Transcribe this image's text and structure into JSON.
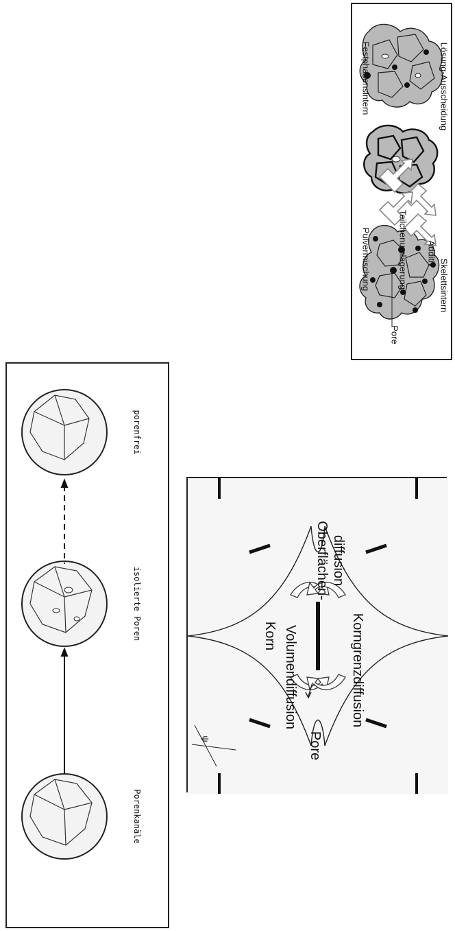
{
  "sinter_stages": {
    "powder_mix": "Pulvermischung",
    "additive": "Additiv",
    "pore": "Pore",
    "particle_rearrangement": "Teilchenumlagerung",
    "solid_phase_sintering": "Festphasensintern",
    "solution_precipitation": "Lösung-Ausscheidung",
    "skeleton_sintering": "Skelettsintern"
  },
  "porosity_stages": {
    "pore_channels": "Porenkanäle",
    "isolated_pores": "isolierte Poren",
    "pore_free": "porenfrei"
  },
  "neck_diagram": {
    "grain": "Korn",
    "volume_diffusion": "Volumendiffusion",
    "surface_diffusion_line1": "Oberflächen-",
    "surface_diffusion_line2": "diffusion",
    "grain_boundary_diffusion": "Korngrenzdiffusion",
    "pore": "Pore",
    "angle_symbol": "ψ"
  },
  "colors": {
    "particle_fill": "#b9b9b9",
    "additive_fill": "#111111",
    "arrow_stroke": "#888888",
    "frame": "#222222"
  }
}
